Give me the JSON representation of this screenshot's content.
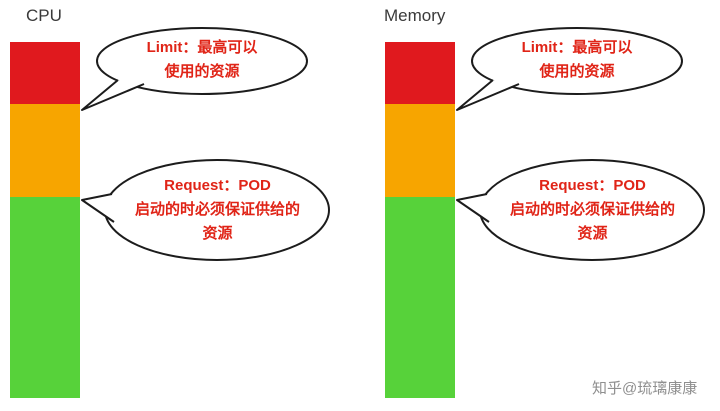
{
  "charts": [
    {
      "label": "CPU"
    },
    {
      "label": "Memory"
    }
  ],
  "segments": {
    "limit_color": "#e0191e",
    "request_color": "#f7a500",
    "base_color": "#57d23a"
  },
  "bubbles": {
    "limit": {
      "lines": [
        "Limit：最高可以",
        "使用的资源"
      ],
      "text_color": "#e02417"
    },
    "request": {
      "lines": [
        "Request：POD",
        "启动的时必须保证供给的",
        "资源"
      ],
      "text_color": "#e02417"
    }
  },
  "watermark": "知乎@琉璃康康"
}
